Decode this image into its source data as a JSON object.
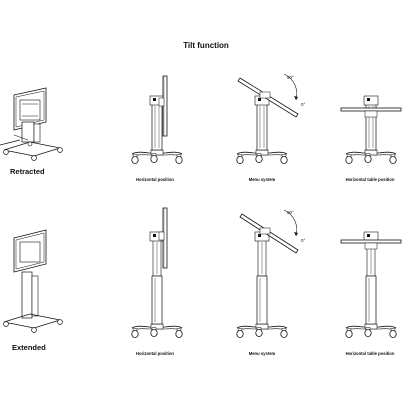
{
  "title": "Tilt function",
  "rows": [
    {
      "label": "Retracted",
      "positions": [
        {
          "caption": "Horizontal position"
        },
        {
          "caption": "Menu system",
          "angle_top": "90°",
          "angle_bottom": "0°"
        },
        {
          "caption": "Horizontal table position"
        }
      ]
    },
    {
      "label": "Extended",
      "positions": [
        {
          "caption": "Horizontal position"
        },
        {
          "caption": "Menu system",
          "angle_top": "90°",
          "angle_bottom": "0°"
        },
        {
          "caption": "Horizontal table position"
        }
      ]
    }
  ]
}
